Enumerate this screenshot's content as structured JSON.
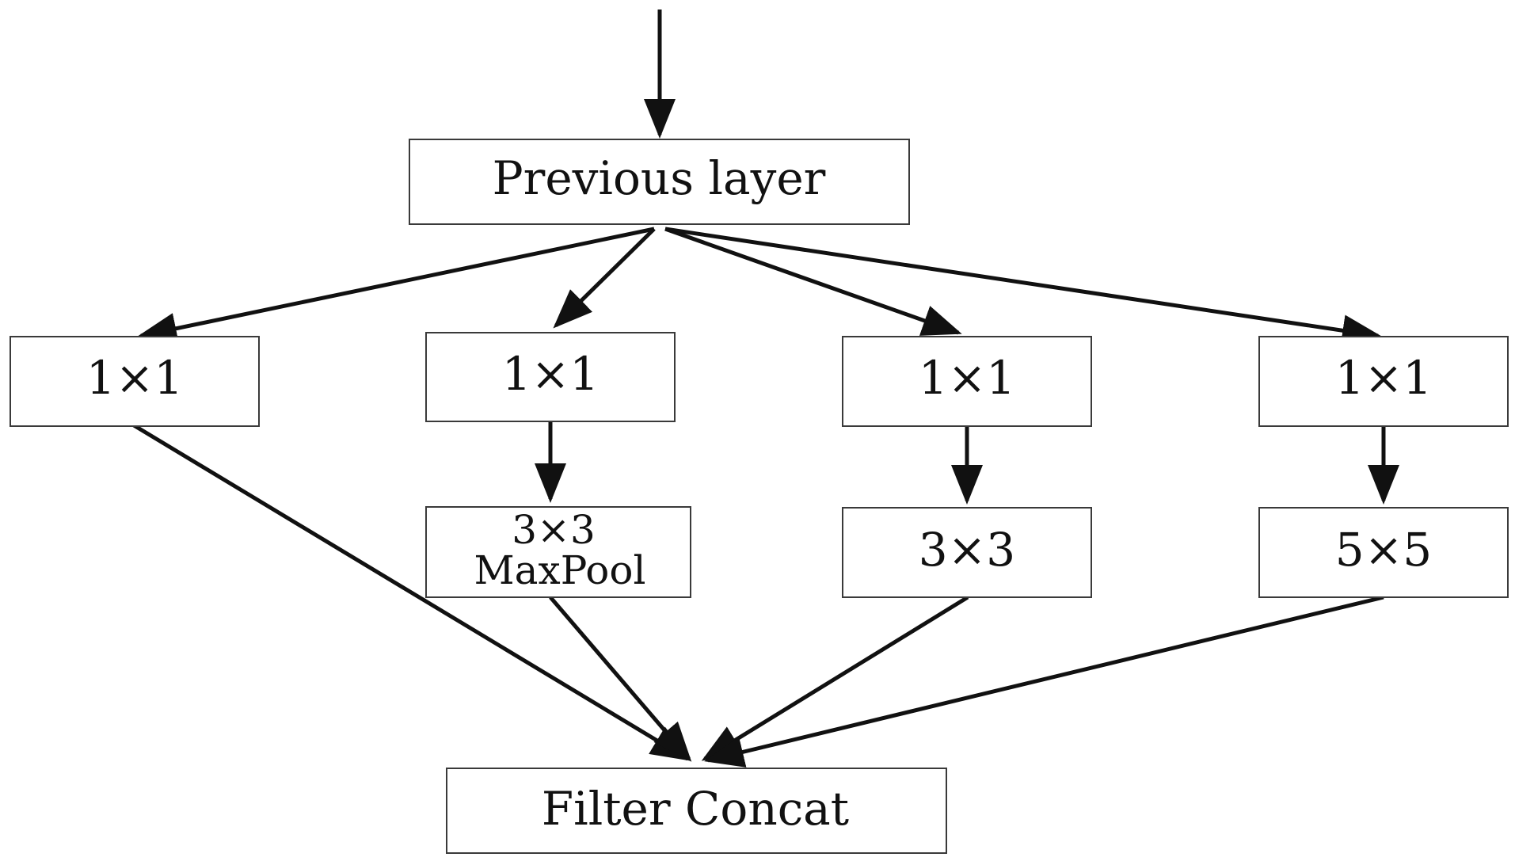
{
  "nodes": {
    "previous_layer": "Previous layer",
    "conv1x1_a": "1×1",
    "conv1x1_b": "1×1",
    "conv1x1_c": "1×1",
    "conv1x1_d": "1×1",
    "maxpool_line1": "3×3",
    "maxpool_line2": "MaxPool",
    "conv3x3": "3×3",
    "conv5x5": "5×5",
    "filter_concat": "Filter Concat"
  },
  "edges": [
    {
      "from": "input",
      "to": "previous_layer"
    },
    {
      "from": "previous_layer",
      "to": "conv1x1_a"
    },
    {
      "from": "previous_layer",
      "to": "conv1x1_b"
    },
    {
      "from": "previous_layer",
      "to": "conv1x1_c"
    },
    {
      "from": "previous_layer",
      "to": "conv1x1_d"
    },
    {
      "from": "conv1x1_b",
      "to": "maxpool"
    },
    {
      "from": "conv1x1_c",
      "to": "conv3x3"
    },
    {
      "from": "conv1x1_d",
      "to": "conv5x5"
    },
    {
      "from": "conv1x1_a",
      "to": "filter_concat"
    },
    {
      "from": "maxpool",
      "to": "filter_concat"
    },
    {
      "from": "conv3x3",
      "to": "filter_concat"
    },
    {
      "from": "conv5x5",
      "to": "filter_concat"
    }
  ]
}
